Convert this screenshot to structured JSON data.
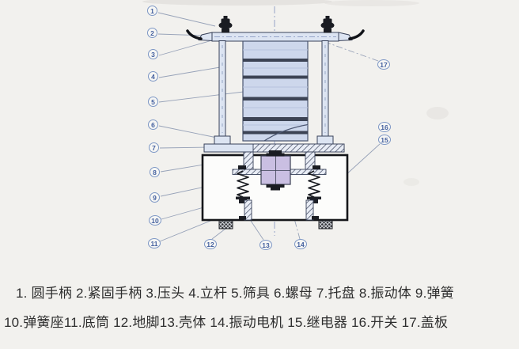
{
  "diagram": {
    "callouts": [
      "1",
      "2",
      "3",
      "4",
      "5",
      "6",
      "7",
      "8",
      "9",
      "10",
      "11",
      "12",
      "13",
      "14",
      "15",
      "16",
      "17"
    ],
    "parts": [
      {
        "num": "1",
        "name": "圆手柄"
      },
      {
        "num": "2",
        "name": "紧固手柄"
      },
      {
        "num": "3",
        "name": "压头"
      },
      {
        "num": "4",
        "name": "立杆"
      },
      {
        "num": "5",
        "name": "筛具"
      },
      {
        "num": "6",
        "name": "螺母"
      },
      {
        "num": "7",
        "name": "托盘"
      },
      {
        "num": "8",
        "name": "振动体"
      },
      {
        "num": "9",
        "name": "弹簧"
      },
      {
        "num": "10",
        "name": "弹簧座"
      },
      {
        "num": "11",
        "name": "底筒"
      },
      {
        "num": "12",
        "name": "地脚"
      },
      {
        "num": "13",
        "name": "壳体"
      },
      {
        "num": "14",
        "name": "振动电机"
      },
      {
        "num": "15",
        "name": "继电器"
      },
      {
        "num": "16",
        "name": "开关"
      },
      {
        "num": "17",
        "name": "盖板"
      }
    ],
    "colors": {
      "callout_blue": "#7d97c5",
      "callout_text": "#44609f",
      "sieve_fill": "#cdd7ec",
      "metal_fill": "#dce4f2",
      "motor_fill": "#cabfe2",
      "ink": "#1a1c22",
      "leader": "#97a2b8",
      "paper": "#f2f1ee"
    }
  },
  "caption": {
    "line1": "1.   圆手柄 2.紧固手柄 3.压头 4.立杆 5.筛具 6.螺母 7.托盘 8.振动体 9.弹簧",
    "line2": "10.弹簧座11.底筒 12.地脚13.壳体 14.振动电机 15.继电器 16.开关 17.盖板"
  }
}
